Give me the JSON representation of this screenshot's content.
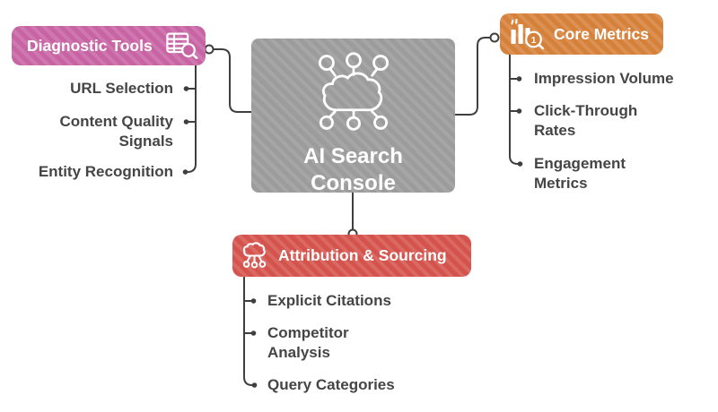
{
  "center": {
    "title": "AI Search Console",
    "icon": "cloud-network-icon",
    "color": "#9c9c9c"
  },
  "branches": {
    "diagnostic": {
      "label": "Diagnostic Tools",
      "icon": "table-search-icon",
      "color": "#c864a4",
      "items": [
        "URL Selection",
        "Content Quality Signals",
        "Entity Recognition"
      ]
    },
    "core_metrics": {
      "label": "Core Metrics",
      "icon": "bar-chart-search-icon",
      "color": "#d6813a",
      "items": [
        "Impression Volume",
        "Click-Through Rates",
        "Engagement Metrics"
      ]
    },
    "attribution": {
      "label": "Attribution & Sourcing",
      "icon": "cloud-nodes-icon",
      "color": "#d5534d",
      "items": [
        "Explicit Citations",
        "Competitor Analysis",
        "Query Categories"
      ]
    }
  },
  "connector_color": "#3f3f3f"
}
